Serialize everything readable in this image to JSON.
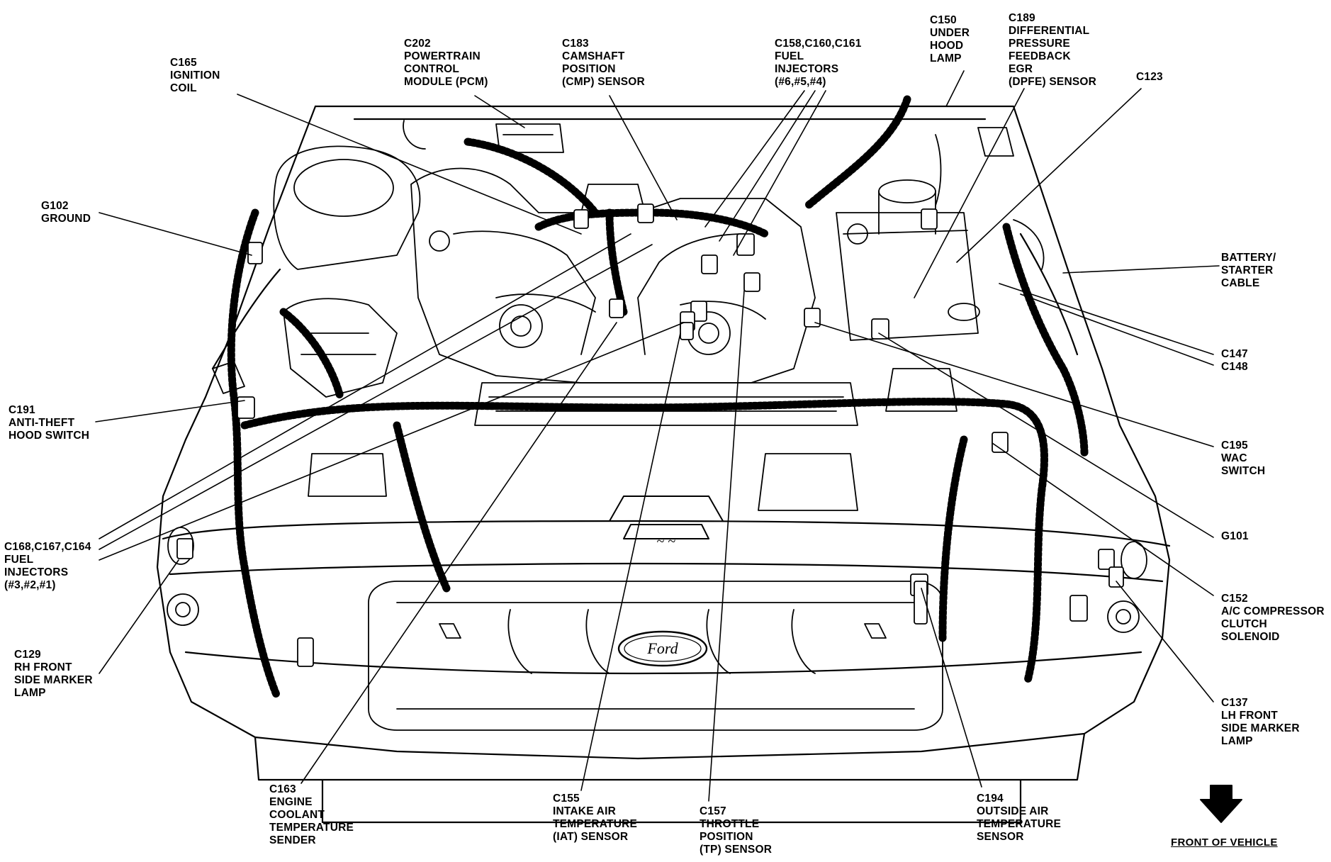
{
  "callouts": [
    {
      "key": "c165",
      "lines": [
        "C165",
        "IGNITION",
        "COIL"
      ]
    },
    {
      "key": "c202",
      "lines": [
        "C202",
        "POWERTRAIN",
        "CONTROL",
        "MODULE (PCM)"
      ]
    },
    {
      "key": "c183",
      "lines": [
        "C183",
        "CAMSHAFT",
        "POSITION",
        "(CMP) SENSOR"
      ]
    },
    {
      "key": "c158",
      "lines": [
        "C158,C160,C161",
        "FUEL",
        "INJECTORS",
        "(#6,#5,#4)"
      ]
    },
    {
      "key": "c150",
      "lines": [
        "C150",
        "UNDER",
        "HOOD",
        "LAMP"
      ]
    },
    {
      "key": "c189",
      "lines": [
        "C189",
        "DIFFERENTIAL",
        "PRESSURE",
        "FEEDBACK",
        "EGR",
        "(DPFE) SENSOR"
      ]
    },
    {
      "key": "c123",
      "lines": [
        "C123"
      ]
    },
    {
      "key": "g102",
      "lines": [
        "G102",
        "GROUND"
      ]
    },
    {
      "key": "battery",
      "lines": [
        "BATTERY/",
        "STARTER",
        "CABLE"
      ]
    },
    {
      "key": "c147",
      "lines": [
        "C147",
        "C148"
      ]
    },
    {
      "key": "c191",
      "lines": [
        "C191",
        "ANTI-THEFT",
        "HOOD SWITCH"
      ]
    },
    {
      "key": "c195",
      "lines": [
        "C195",
        "WAC",
        "SWITCH"
      ]
    },
    {
      "key": "g101",
      "lines": [
        "G101"
      ]
    },
    {
      "key": "c168",
      "lines": [
        "C168,C167,C164",
        "FUEL",
        "INJECTORS",
        "(#3,#2,#1)"
      ]
    },
    {
      "key": "c152",
      "lines": [
        "C152",
        "A/C COMPRESSOR",
        "CLUTCH",
        "SOLENOID"
      ]
    },
    {
      "key": "c129",
      "lines": [
        "C129",
        "RH FRONT",
        "SIDE MARKER",
        "LAMP"
      ]
    },
    {
      "key": "c137",
      "lines": [
        "C137",
        "LH FRONT",
        "SIDE MARKER",
        "LAMP"
      ]
    },
    {
      "key": "c163",
      "lines": [
        "C163",
        "ENGINE",
        "COOLANT",
        "TEMPERATURE",
        "SENDER"
      ]
    },
    {
      "key": "c155",
      "lines": [
        "C155",
        "INTAKE AIR",
        "TEMPERATURE",
        "(IAT) SENSOR"
      ]
    },
    {
      "key": "c157",
      "lines": [
        "C157",
        "THROTTLE",
        "POSITION",
        "(TP) SENSOR"
      ]
    },
    {
      "key": "c194",
      "lines": [
        "C194",
        "OUTSIDE AIR",
        "TEMPERATURE",
        "SENSOR"
      ]
    }
  ],
  "front": {
    "label": "FRONT OF VEHICLE"
  },
  "logo": {
    "text": "Ford"
  }
}
